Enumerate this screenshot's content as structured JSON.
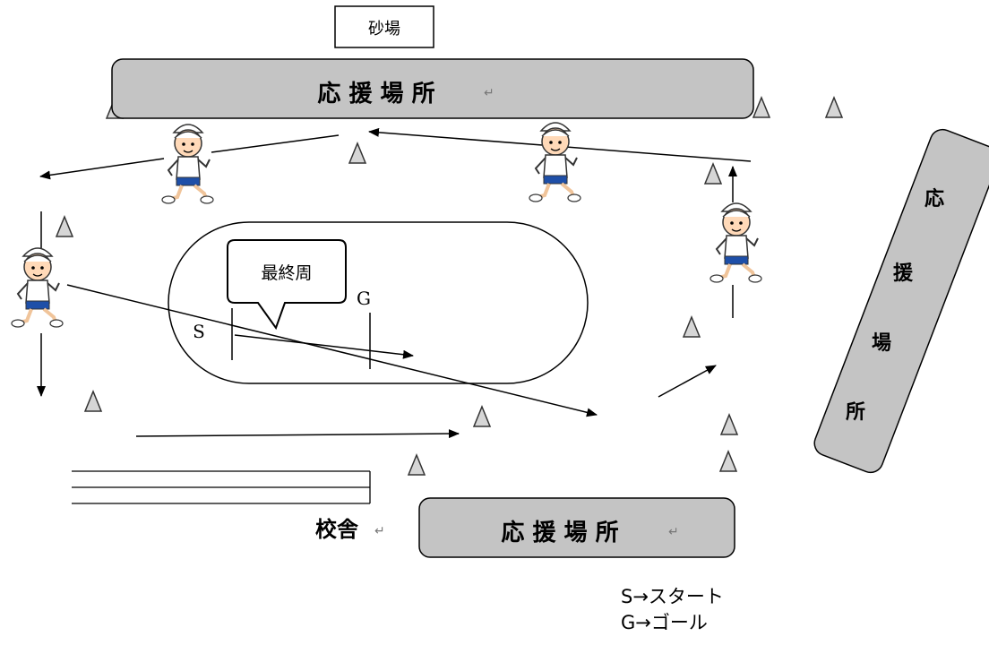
{
  "sandpit": "砂場",
  "cheer_area": "応 援 場 所",
  "cheer_area_top_mark": "↵",
  "cheer_area_bottom": "応 援 場 所",
  "cheer_area_bottom_mark": "↵",
  "cheer_area_right": [
    "応",
    "援",
    "場",
    "所"
  ],
  "school_building": "校舎",
  "school_building_mark": "↵",
  "final_lap": "最終周",
  "start_mark": "S",
  "goal_mark": "G",
  "legend": [
    "S→スタート",
    "G→ゴール"
  ],
  "colors": {
    "area_fill": "#c4c4c4",
    "line": "#000000"
  },
  "icons": [
    "running-child-icon",
    "cone-triangle-icon"
  ]
}
